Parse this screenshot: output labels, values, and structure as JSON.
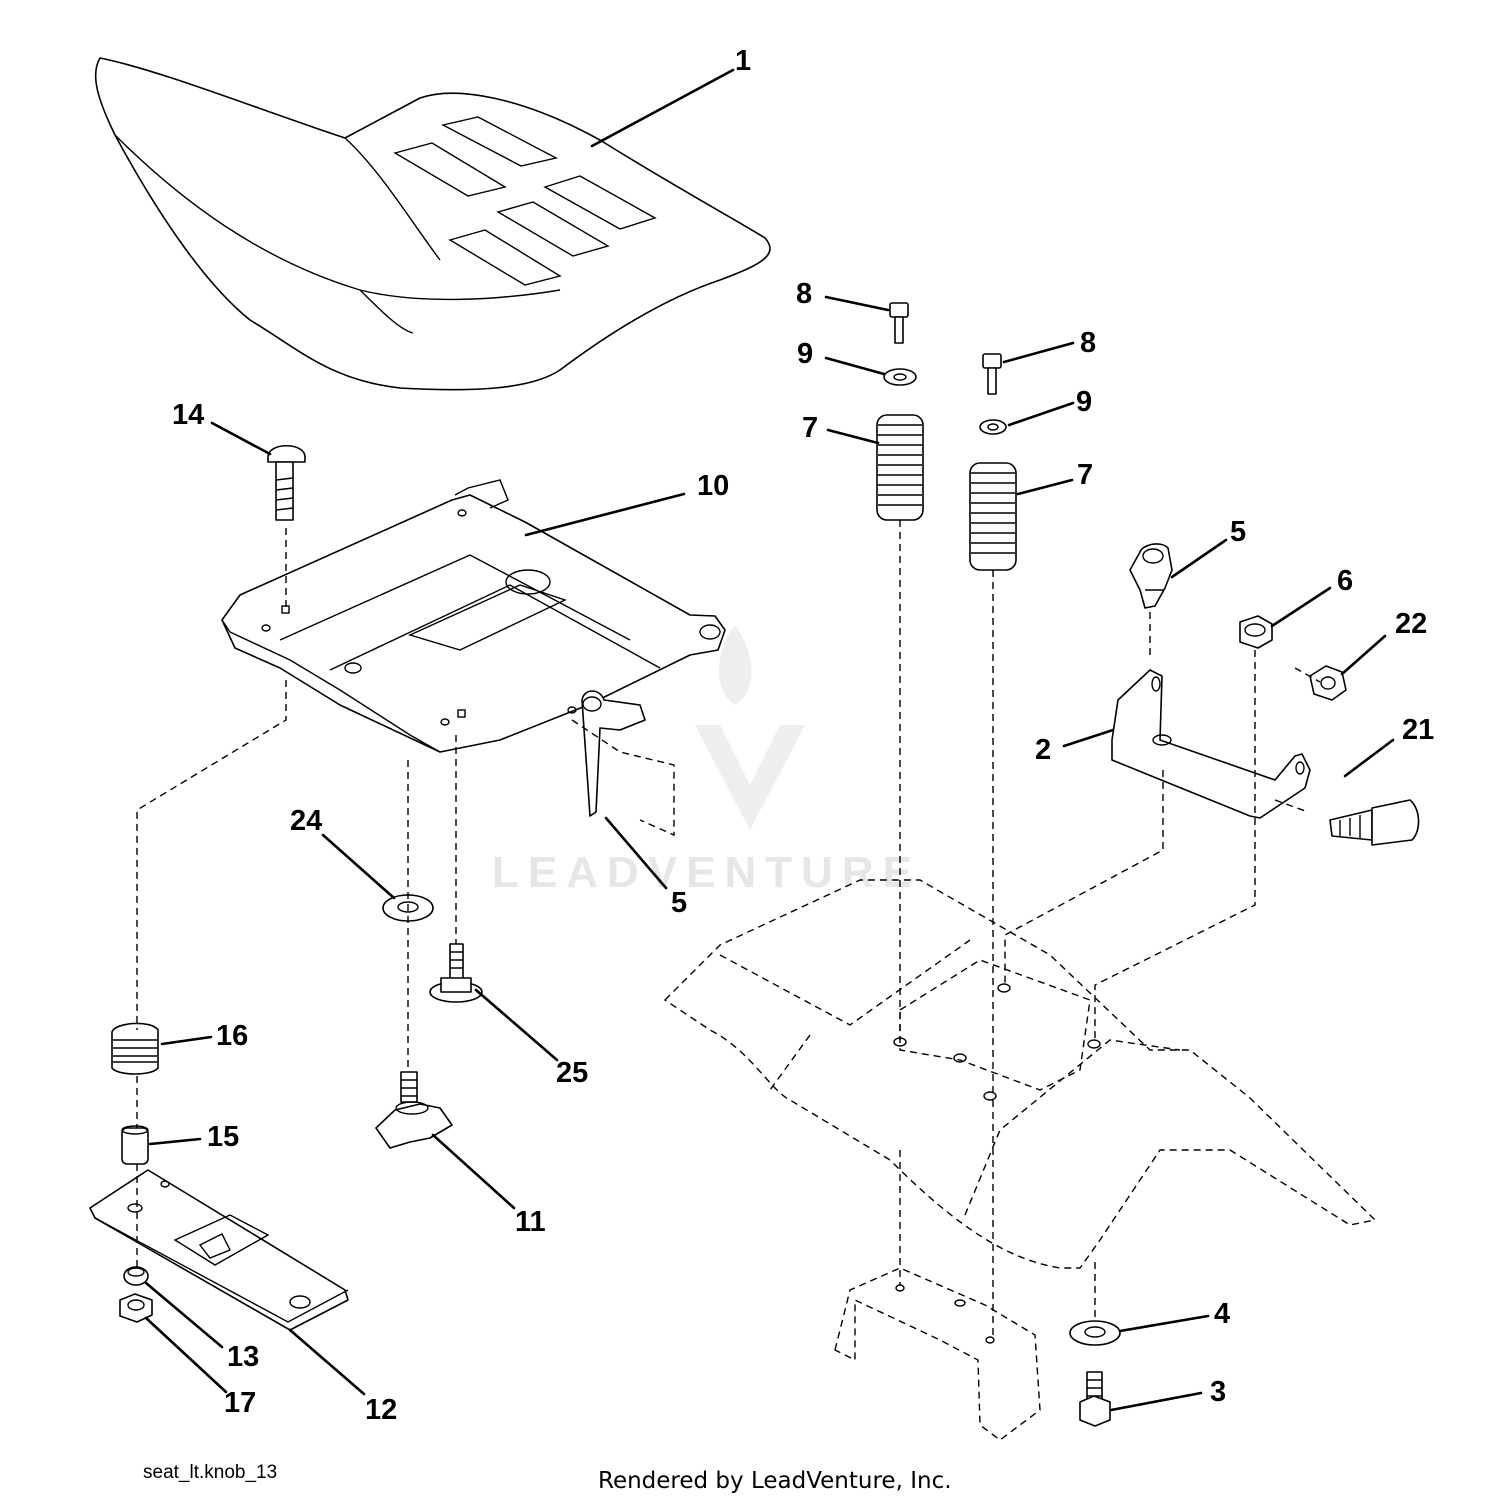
{
  "diagram": {
    "callouts": [
      {
        "id": "c1",
        "text": "1"
      },
      {
        "id": "c8a",
        "text": "8"
      },
      {
        "id": "c9a",
        "text": "9"
      },
      {
        "id": "c8b",
        "text": "8"
      },
      {
        "id": "c9b",
        "text": "9"
      },
      {
        "id": "c7a",
        "text": "7"
      },
      {
        "id": "c7b",
        "text": "7"
      },
      {
        "id": "c14",
        "text": "14"
      },
      {
        "id": "c10",
        "text": "10"
      },
      {
        "id": "c5a",
        "text": "5"
      },
      {
        "id": "c6",
        "text": "6"
      },
      {
        "id": "c22",
        "text": "22"
      },
      {
        "id": "c2",
        "text": "2"
      },
      {
        "id": "c21",
        "text": "21"
      },
      {
        "id": "c24",
        "text": "24"
      },
      {
        "id": "c5b",
        "text": "5"
      },
      {
        "id": "c16",
        "text": "16"
      },
      {
        "id": "c25",
        "text": "25"
      },
      {
        "id": "c15",
        "text": "15"
      },
      {
        "id": "c11",
        "text": "11"
      },
      {
        "id": "c4",
        "text": "4"
      },
      {
        "id": "c3",
        "text": "3"
      },
      {
        "id": "c13",
        "text": "13"
      },
      {
        "id": "c12",
        "text": "12"
      },
      {
        "id": "c17",
        "text": "17"
      }
    ]
  },
  "watermark": {
    "text": "LEADVENTURE"
  },
  "footer": {
    "file_label": "seat_lt.knob_13",
    "credit": "Rendered by LeadVenture, Inc."
  }
}
